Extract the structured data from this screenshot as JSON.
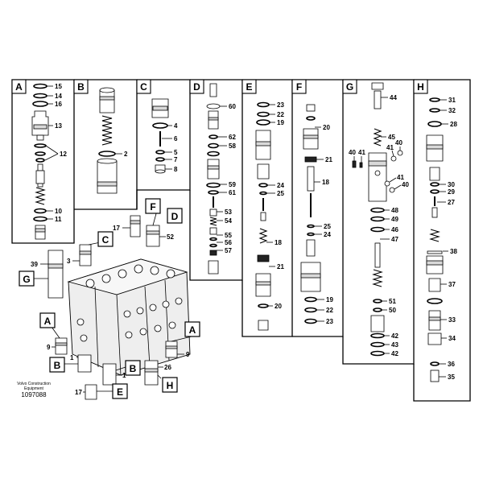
{
  "panels": [
    {
      "label": "A",
      "parts": [
        "15",
        "14",
        "16",
        "13",
        "12",
        "10",
        "11"
      ]
    },
    {
      "label": "B",
      "parts": [
        "2"
      ]
    },
    {
      "label": "C",
      "parts": [
        "4",
        "6",
        "5",
        "7",
        "8"
      ]
    },
    {
      "label": "D",
      "parts": [
        "60",
        "62",
        "58",
        "59",
        "61",
        "53",
        "54",
        "55",
        "56",
        "57"
      ]
    },
    {
      "label": "E",
      "parts": [
        "23",
        "22",
        "19",
        "24",
        "25",
        "18",
        "21",
        "20"
      ]
    },
    {
      "label": "F",
      "parts": [
        "20",
        "21",
        "18",
        "25",
        "24",
        "19",
        "22",
        "23"
      ]
    },
    {
      "label": "G",
      "parts": [
        "44",
        "45",
        "40",
        "41",
        "41",
        "40",
        "41",
        "40",
        "48",
        "49",
        "46",
        "47",
        "51",
        "50",
        "42",
        "43",
        "42"
      ]
    },
    {
      "label": "H",
      "parts": [
        "31",
        "32",
        "28",
        "30",
        "29",
        "27",
        "38",
        "37",
        "33",
        "34",
        "36",
        "35"
      ]
    }
  ],
  "assembly": {
    "callouts": [
      "F",
      "D",
      "C",
      "G",
      "A",
      "A",
      "B",
      "B",
      "E",
      "H"
    ],
    "numbers": [
      "17",
      "52",
      "3",
      "39",
      "9",
      "9",
      "1",
      "1",
      "26",
      "17"
    ]
  },
  "caption": {
    "line1": "Volvo Construction",
    "line2": "Equipment",
    "code": "1097088"
  }
}
